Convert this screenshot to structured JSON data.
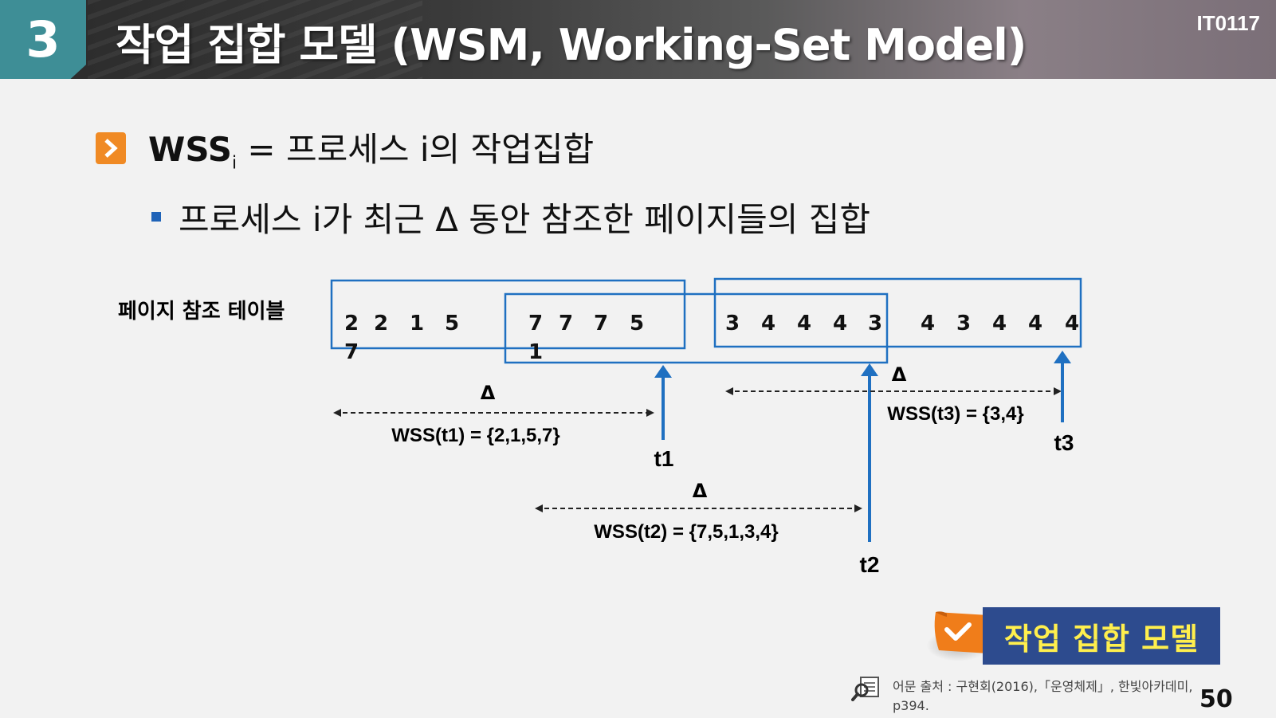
{
  "header": {
    "section_number": "3",
    "title": "작업 집합 모델 (WSM, Working-Set Model)",
    "course_code": "IT0117"
  },
  "bullets": {
    "b1_prefix": "WSS",
    "b1_sub": "i",
    "b1_rest": " = 프로세스 i의 작업집합",
    "b2": "프로세스 i가 최근 Δ 동안 참조한 페이지들의 집합"
  },
  "diagram": {
    "row_label": "페이지 참조 테이블",
    "references": [
      "2",
      "2",
      "1",
      "5",
      "7",
      "7",
      "7",
      "7",
      "5",
      "1",
      "3",
      "4",
      "4",
      "4",
      "3",
      "4",
      "3",
      "4",
      "4",
      "4"
    ],
    "delta": "Δ",
    "t1": {
      "label": "t1",
      "wss": "WSS(t1) = {2,1,5,7}"
    },
    "t2": {
      "label": "t2",
      "wss": "WSS(t2) = {7,5,1,3,4}"
    },
    "t3": {
      "label": "t3",
      "wss": "WSS(t3) = {3,4}"
    },
    "box_color": "#1f70c1",
    "arrow_color": "#1f70c1"
  },
  "badge": {
    "label": "작업 집합 모델"
  },
  "footer": {
    "source_line1": "어문 출처 : 구현회(2016),「운영체제」, 한빛아카데미,",
    "source_line2": "p394.",
    "page_number": "50"
  }
}
